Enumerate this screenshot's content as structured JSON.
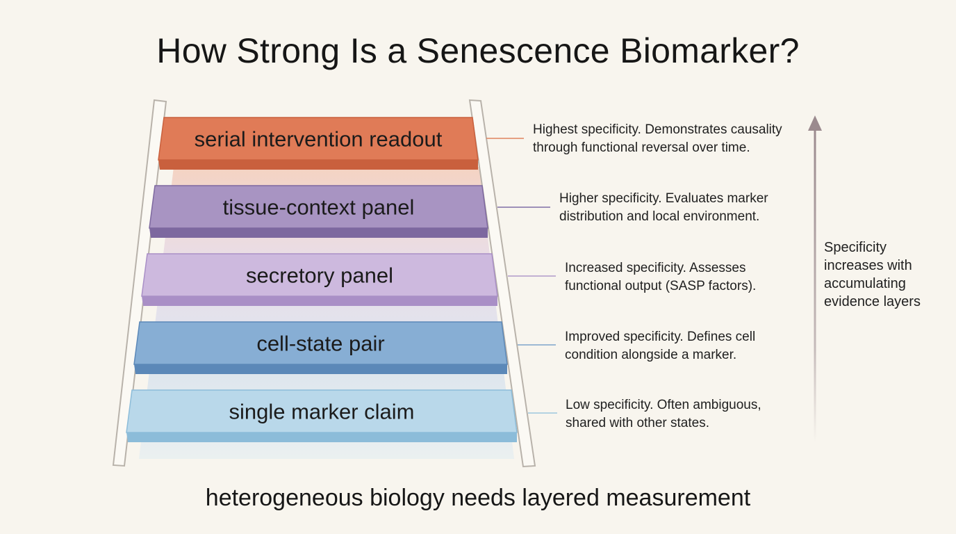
{
  "title": "How Strong Is a Senescence Biomarker?",
  "subtitle": "heterogeneous biology needs layered measurement",
  "steps": [
    {
      "label": "serial intervention readout",
      "description": [
        "Highest specificity. Demonstrates causality",
        "through functional reversal over time."
      ],
      "color": "#e07b57",
      "shadow": "#c9603d",
      "line": "#e0845f"
    },
    {
      "label": "tissue-context panel",
      "description": [
        "Higher specificity. Evaluates marker",
        "distribution and local environment."
      ],
      "color": "#a894c2",
      "shadow": "#7d689f",
      "line": "#7f6fa6"
    },
    {
      "label": "secretory panel",
      "description": [
        "Increased specificity. Assesses",
        "functional output (SASP factors)."
      ],
      "color": "#cdb9de",
      "shadow": "#a98fc6",
      "line": "#b09ac9"
    },
    {
      "label": "cell-state pair",
      "description": [
        "Improved specificity. Defines cell",
        "condition alongside a marker."
      ],
      "color": "#87aed4",
      "shadow": "#5b88b8",
      "line": "#7ea4cc"
    },
    {
      "label": "single marker claim",
      "description": [
        "Low specificity. Often ambiguous,",
        "shared with other states."
      ],
      "color": "#b9d8ea",
      "shadow": "#8cbcd9",
      "line": "#9cc6de"
    }
  ],
  "side_note": "Specificity increases with accumulating evidence layers",
  "colors": {
    "background": "#f8f5ee",
    "rail": "#b8b2aa",
    "arrow": "#9b8a8e"
  }
}
